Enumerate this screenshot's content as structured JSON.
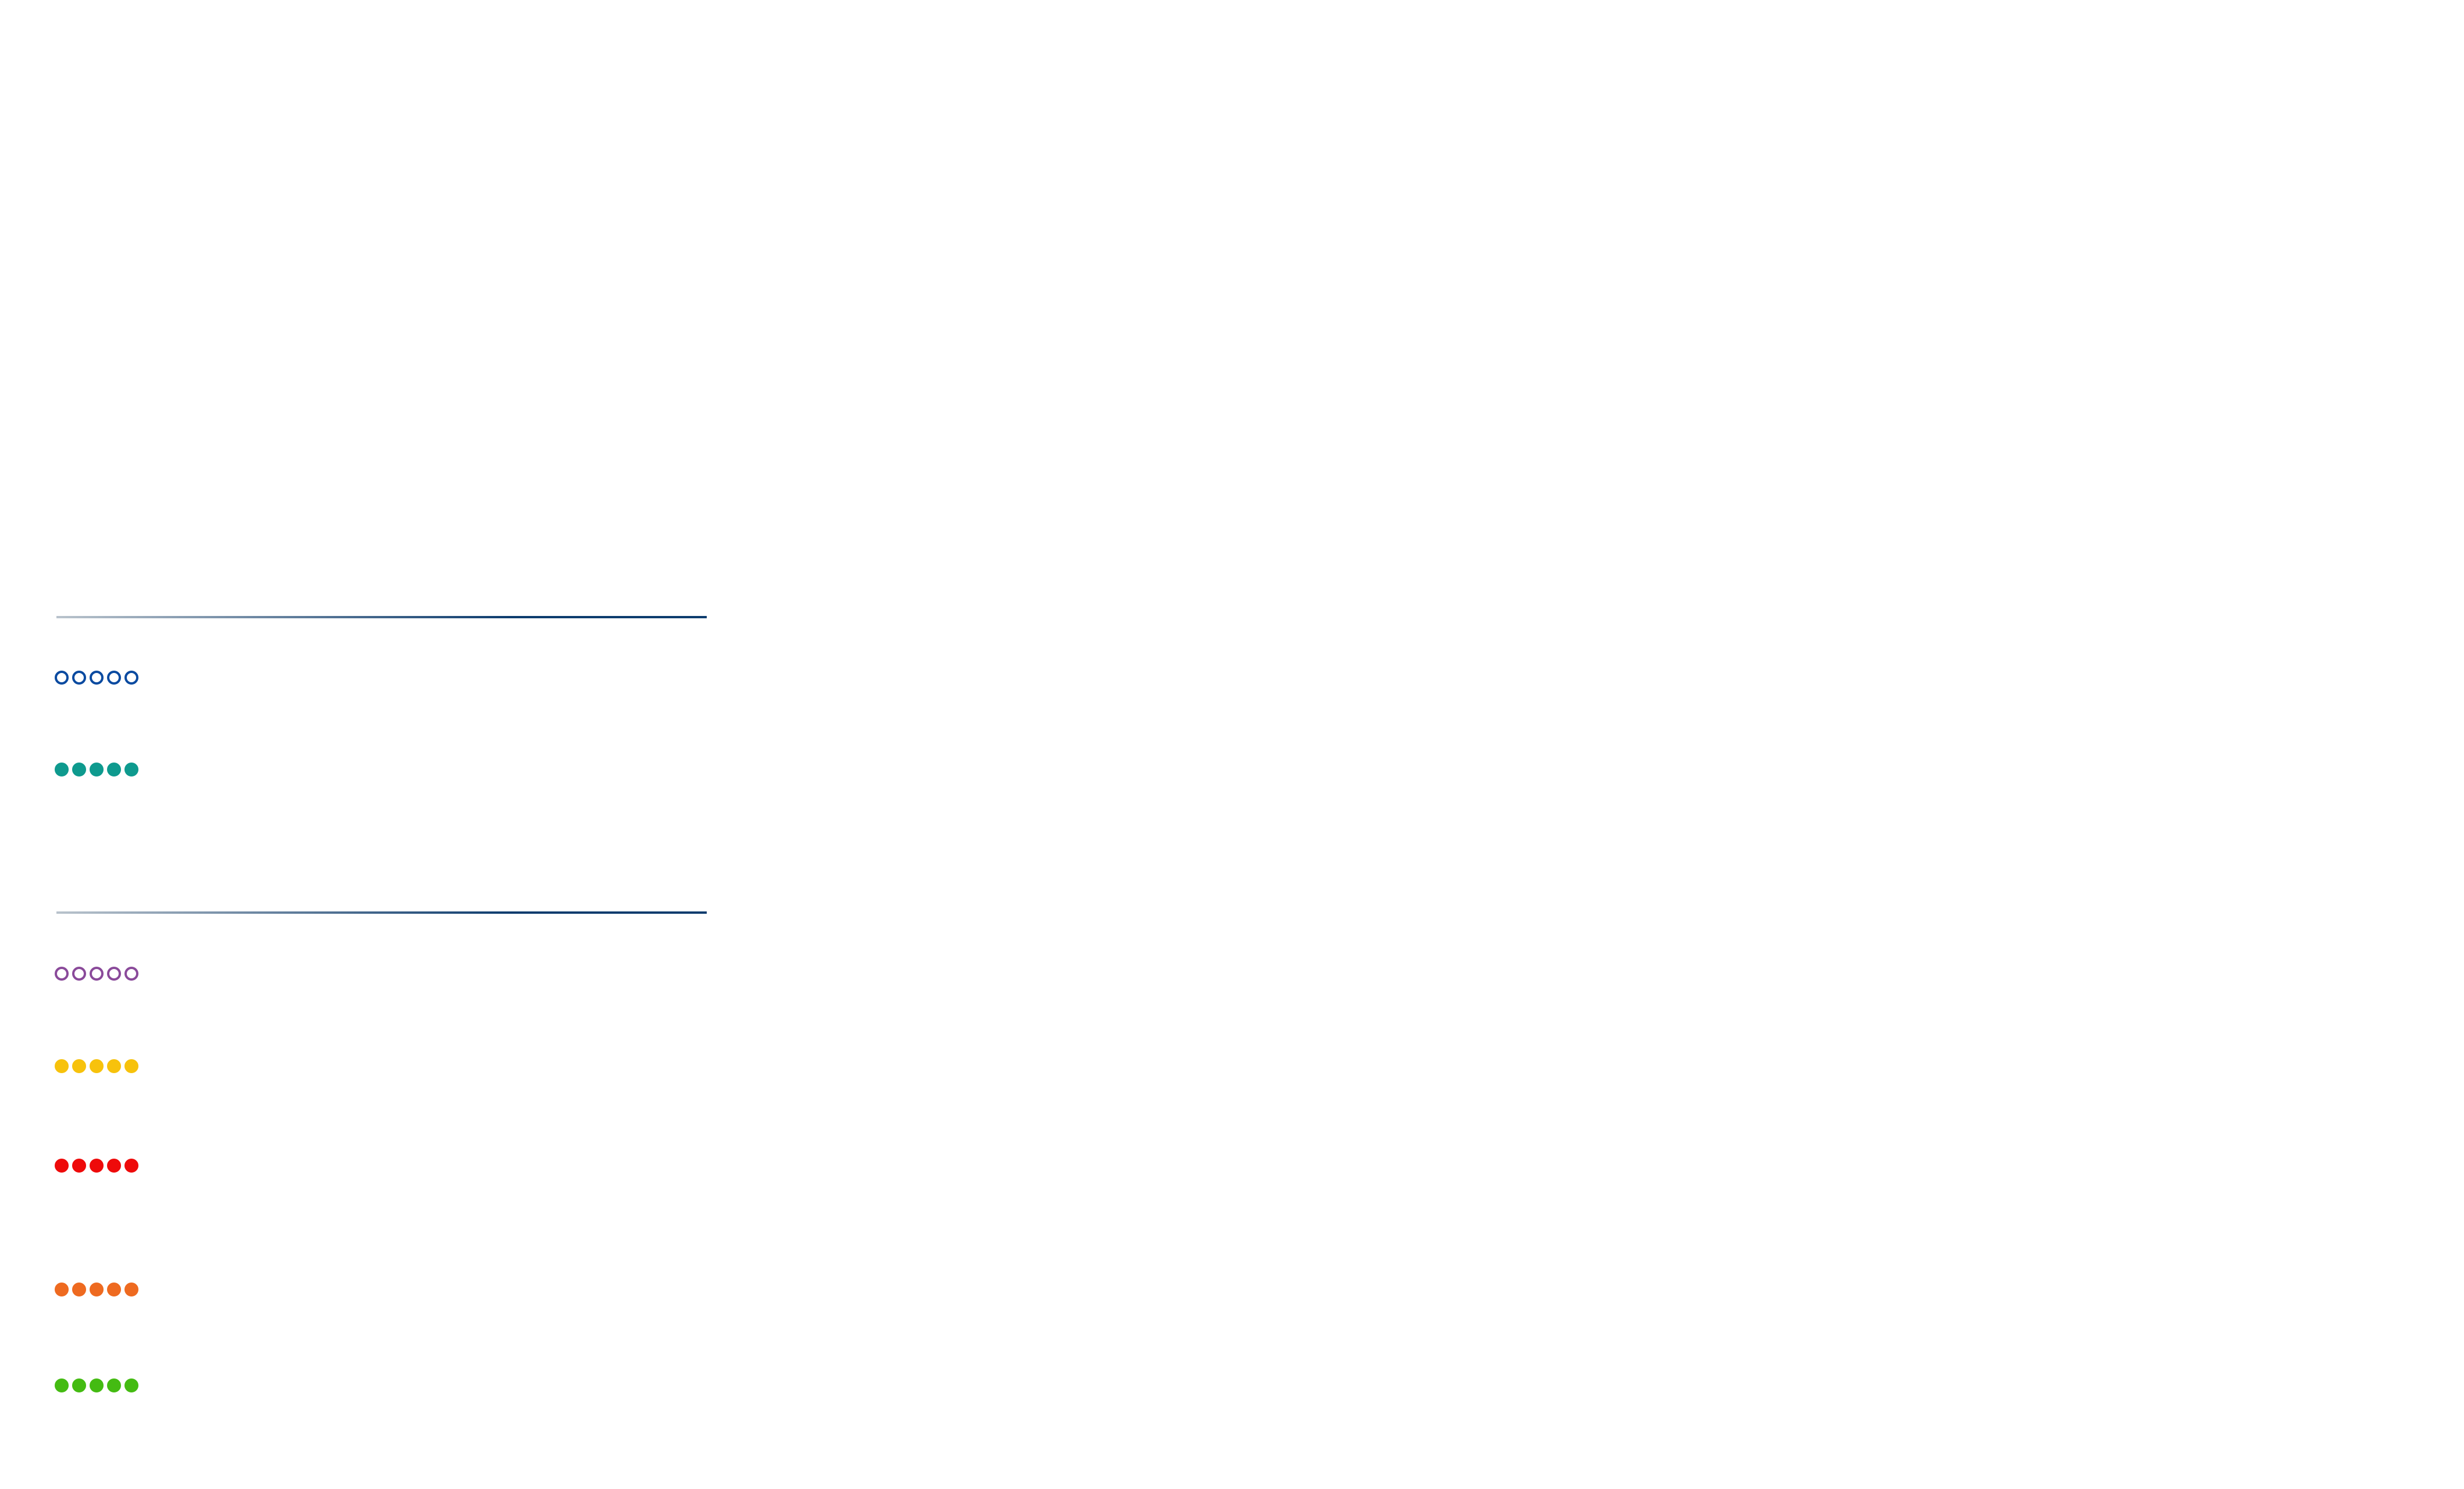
{
  "dividers": [
    {
      "gradient_from": "#b9c3cc",
      "gradient_to": "#0d3c6e"
    },
    {
      "gradient_from": "#b9c3cc",
      "gradient_to": "#0d3c6e"
    }
  ],
  "rating_rows": [
    {
      "icon": "outlined-circles-icon",
      "color": "#0a4aa0",
      "filled": false,
      "count": 5
    },
    {
      "icon": "filled-circles-icon",
      "color": "#0e9a8e",
      "filled": true,
      "count": 5
    },
    {
      "icon": "outlined-circles-icon",
      "color": "#8a4a9a",
      "filled": false,
      "count": 5
    },
    {
      "icon": "filled-circles-icon",
      "color": "#f7c20c",
      "filled": true,
      "count": 5
    },
    {
      "icon": "filled-circles-icon",
      "color": "#ee0a0a",
      "filled": true,
      "count": 5
    },
    {
      "icon": "filled-circles-icon",
      "color": "#ee6a20",
      "filled": true,
      "count": 5
    },
    {
      "icon": "filled-circles-icon",
      "color": "#44bb12",
      "filled": true,
      "count": 5
    }
  ]
}
